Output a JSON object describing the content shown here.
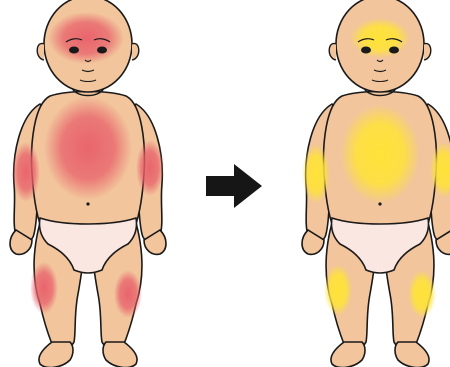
{
  "colors": {
    "skin": "#f2c59c",
    "outline": "#1a1a1a",
    "diaper": "#fbe7e2",
    "rash_red": "#e8606a",
    "rash_yellow": "#ffe338",
    "arrow": "#161616",
    "background": "#ffffff"
  },
  "figures": [
    {
      "name": "baby-red-rash",
      "highlight": "rash_red"
    },
    {
      "name": "baby-yellow-rash",
      "highlight": "rash_yellow"
    }
  ],
  "icons": {
    "arrow": "right-arrow-icon"
  }
}
